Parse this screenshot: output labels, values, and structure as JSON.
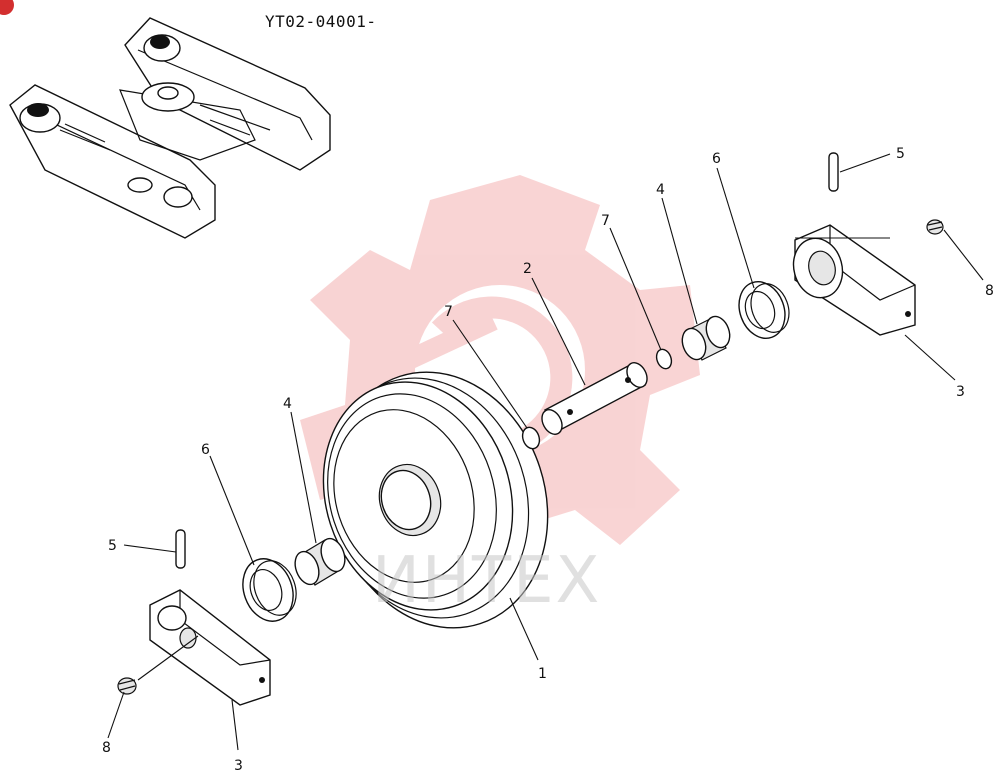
{
  "title": "YT02-04001-",
  "watermark": "ИНТЕХ",
  "colors": {
    "watermark_logo": "#e23b3b",
    "watermark_text": "#c8c8c8",
    "corner_badge": "#d32f2f",
    "ink": "#111111"
  },
  "callouts": {
    "idler": "1",
    "shaft": "2",
    "bracket_right": "3",
    "bracket_left": "3",
    "bushing_right": "4",
    "bushing_left": "4",
    "pin_right": "5",
    "pin_left": "5",
    "seal_right": "6",
    "seal_left": "6",
    "oring_right": "7",
    "oring_left": "7",
    "plug_right": "8",
    "plug_left": "8"
  }
}
